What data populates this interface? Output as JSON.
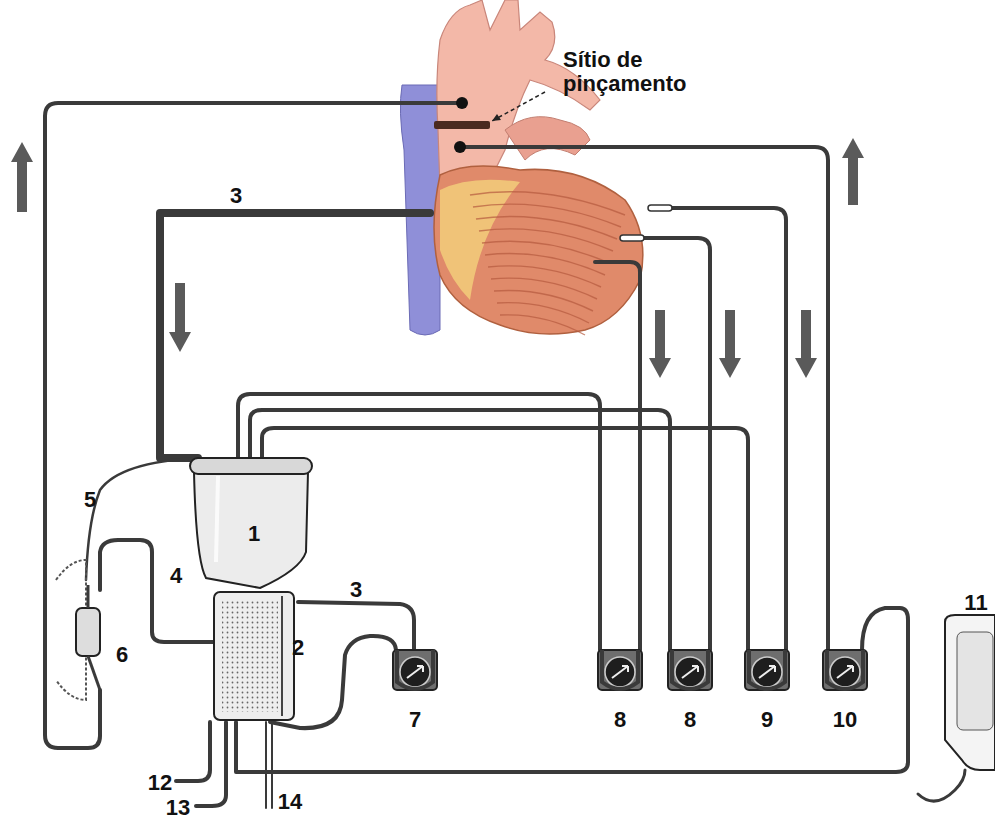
{
  "diagram": {
    "nodes": [
      {
        "text": [
          "1"
        ]
      }
    ],
    "labels": [
      "Sítio de pinçamento",
      "3",
      "5",
      "4",
      "3",
      "2",
      "6",
      "11",
      "7",
      "8",
      "8",
      "9",
      "10",
      "12",
      "13",
      "14"
    ]
  }
}
